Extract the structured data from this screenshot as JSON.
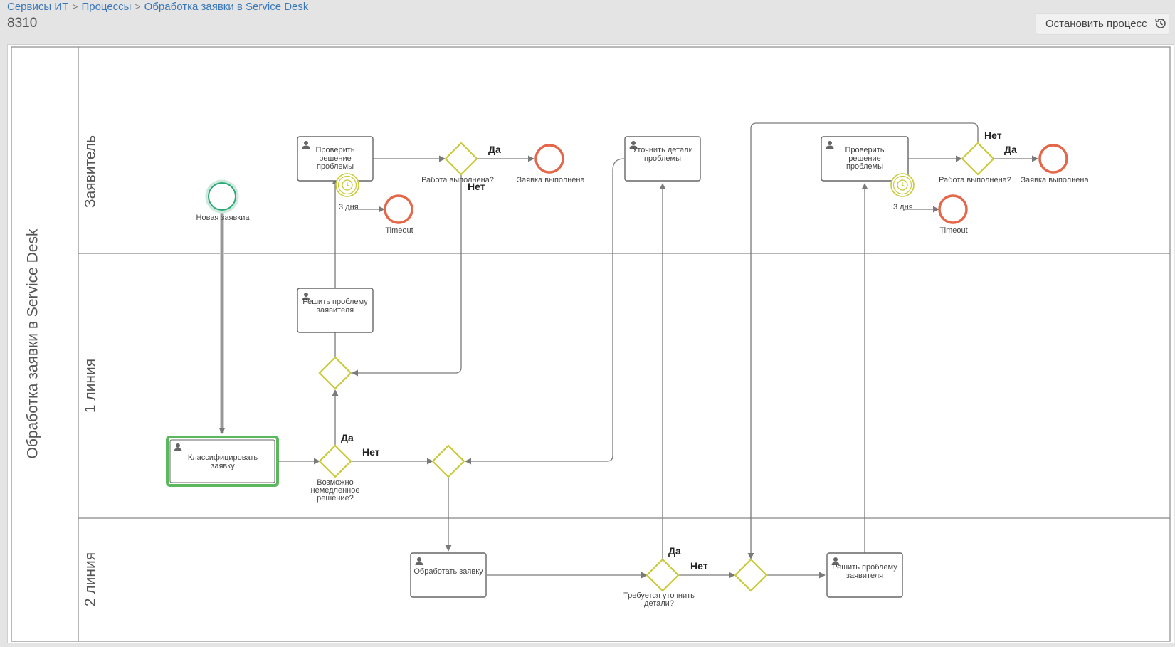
{
  "breadcrumb": {
    "items": [
      "Сервисы ИТ",
      "Процессы",
      "Обработка заявки в Service Desk"
    ]
  },
  "header": {
    "title": "8310",
    "stop_button_label": "Остановить процесс",
    "history_icon": "history-icon"
  },
  "diagram": {
    "pool_title": "Обработка заявки в Service Desk",
    "lanes": [
      "Заявитель",
      "1 линия",
      "2 линия"
    ],
    "tasks": {
      "check_1": "Проверить решение проблемы",
      "clarify": "Уточнить детали проблемы",
      "check_2": "Проверить решение проблемы",
      "solve_1": "Решить проблему заявителя",
      "classify": "Классифицировать заявку",
      "process_2": "Обработать заявку",
      "solve_2": "Решить проблему заявителя"
    },
    "events": {
      "start": "Новая заявкиа",
      "done_1": "Заявка выполнена",
      "timeout_1": "Timeout",
      "done_2": "Заявка выполнена",
      "timeout_2": "Timeout"
    },
    "gateways": {
      "work_done_1": "Работа выполнена?",
      "immediate": "Возможно немедленное решение?",
      "need_details": "Требуется уточнить детали?",
      "work_done_2": "Работа выполнена?"
    },
    "timers": {
      "timer_1": "3 дня",
      "timer_2": "3 дня"
    },
    "flow_labels": {
      "yes_1": "Да",
      "no_1": "Нет",
      "yes_immediate": "Да",
      "no_immediate": "Нет",
      "yes_details": "Да",
      "no_details": "Нет",
      "yes_2": "Да",
      "no_2": "Нет"
    },
    "colors": {
      "active_task_border": "#5cb85c",
      "start_event": "#2aa876",
      "end_event": "#e4674a",
      "gateway": "#c9c93a",
      "timer": "#c9c93a"
    }
  }
}
